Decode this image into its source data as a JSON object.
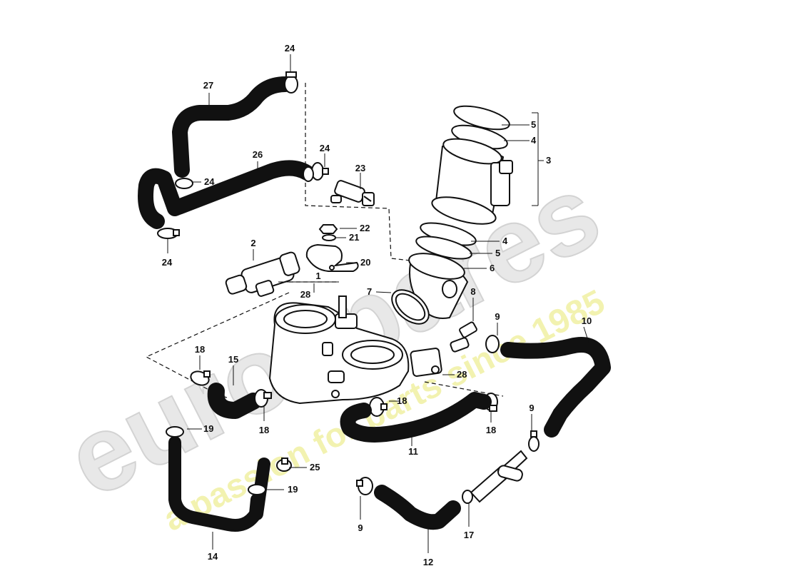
{
  "watermark": {
    "brand": "eurospares",
    "tagline": "a passion for parts since 1985",
    "colors": {
      "brand": "#d9d9d9",
      "tagline": "#f1f1a8"
    }
  },
  "diagram": {
    "colors": {
      "line": "#111111",
      "hose_fill": "#d4d4d4",
      "background": "#ffffff"
    },
    "callouts": [
      {
        "id": "c24a",
        "text": "24"
      },
      {
        "id": "c27",
        "text": "27"
      },
      {
        "id": "c26",
        "text": "26"
      },
      {
        "id": "c24b",
        "text": "24"
      },
      {
        "id": "c24c",
        "text": "24"
      },
      {
        "id": "c24d",
        "text": "24"
      },
      {
        "id": "c23",
        "text": "23"
      },
      {
        "id": "c22",
        "text": "22"
      },
      {
        "id": "c21",
        "text": "21"
      },
      {
        "id": "c20",
        "text": "20"
      },
      {
        "id": "c2",
        "text": "2"
      },
      {
        "id": "c1",
        "text": "1"
      },
      {
        "id": "c28a",
        "text": "28"
      },
      {
        "id": "c28b",
        "text": "28"
      },
      {
        "id": "c5a",
        "text": "5"
      },
      {
        "id": "c4a",
        "text": "4"
      },
      {
        "id": "c3",
        "text": "3"
      },
      {
        "id": "c4b",
        "text": "4"
      },
      {
        "id": "c5b",
        "text": "5"
      },
      {
        "id": "c6",
        "text": "6"
      },
      {
        "id": "c7",
        "text": "7"
      },
      {
        "id": "c8",
        "text": "8"
      },
      {
        "id": "c9a",
        "text": "9"
      },
      {
        "id": "c10",
        "text": "10"
      },
      {
        "id": "c9b",
        "text": "9"
      },
      {
        "id": "c18a",
        "text": "18"
      },
      {
        "id": "c15",
        "text": "15"
      },
      {
        "id": "c18b",
        "text": "18"
      },
      {
        "id": "c18c",
        "text": "18"
      },
      {
        "id": "c18d",
        "text": "18"
      },
      {
        "id": "c11",
        "text": "11"
      },
      {
        "id": "c19a",
        "text": "19"
      },
      {
        "id": "c25",
        "text": "25"
      },
      {
        "id": "c19b",
        "text": "19"
      },
      {
        "id": "c14",
        "text": "14"
      },
      {
        "id": "c9c",
        "text": "9"
      },
      {
        "id": "c12",
        "text": "12"
      },
      {
        "id": "c17",
        "text": "17"
      }
    ]
  }
}
